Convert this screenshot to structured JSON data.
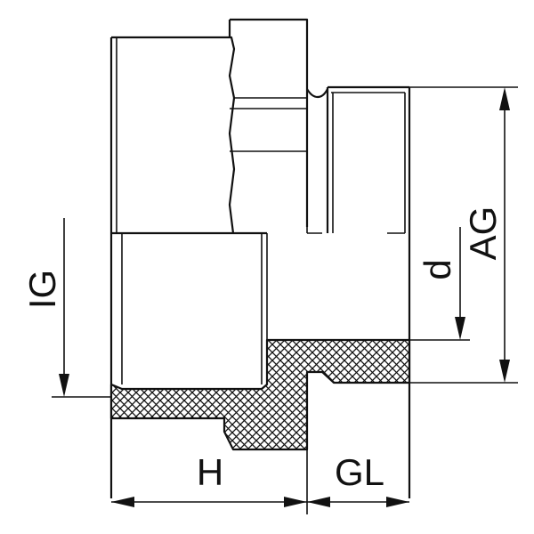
{
  "labels": {
    "ig": "IG",
    "d": "d",
    "ag": "AG",
    "h": "H",
    "gl": "GL"
  },
  "colors": {
    "line": "#111111",
    "background": "#ffffff"
  }
}
